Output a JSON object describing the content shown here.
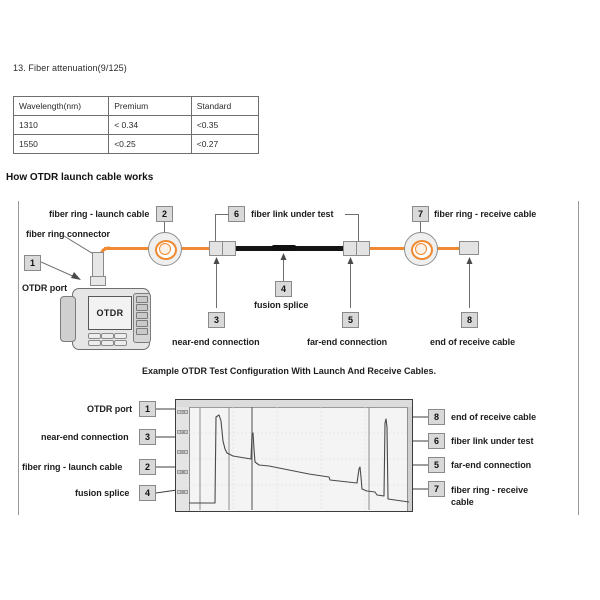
{
  "document": {
    "section_number": "13.",
    "section_title": "13. Fiber attenuation(9/125)",
    "sub_heading": "How OTDR launch cable works",
    "figure_caption": "Example OTDR Test Configuration With Launch And Receive Cables."
  },
  "attenuation_table": {
    "headers": [
      "Wavelength(nm)",
      "Premium",
      "Standard"
    ],
    "rows": [
      [
        "1310",
        "< 0.34",
        "<0.35"
      ],
      [
        "1550",
        "<0.25",
        "<0.27"
      ]
    ]
  },
  "schematic": {
    "device_label": "OTDR",
    "callouts": [
      {
        "num": "1",
        "label": "OTDR port"
      },
      {
        "num": "2",
        "label": "fiber ring - launch cable"
      },
      {
        "num": "3",
        "label": "near-end connection"
      },
      {
        "num": "4",
        "label": "fusion splice"
      },
      {
        "num": "5",
        "label": "far-end connection"
      },
      {
        "num": "6",
        "label": "fiber link under test"
      },
      {
        "num": "7",
        "label": "fiber ring - receive cable"
      },
      {
        "num": "8",
        "label": "end of receive cable"
      }
    ],
    "extra_label": "fiber ring connector"
  },
  "trace_diagram": {
    "left_callouts": [
      {
        "num": "1",
        "label": "OTDR port"
      },
      {
        "num": "3",
        "label": "near-end connection"
      },
      {
        "num": "2",
        "label": "fiber ring - launch cable"
      },
      {
        "num": "4",
        "label": "fusion splice"
      }
    ],
    "right_callouts": [
      {
        "num": "8",
        "label": "end of receive cable"
      },
      {
        "num": "6",
        "label": "fiber link under test"
      },
      {
        "num": "5",
        "label": "far-end connection"
      },
      {
        "num": "7",
        "label": "fiber ring - receive cable"
      }
    ],
    "axis_ticks": [
      "7.75",
      "6.40",
      "5.10",
      "3.80",
      "2.50"
    ]
  },
  "colors": {
    "fiber_launch": "#ef8a33",
    "fiber_under_test": "#151515",
    "callout_box": "#d9d9d9",
    "rule": "#9a9a9a"
  }
}
